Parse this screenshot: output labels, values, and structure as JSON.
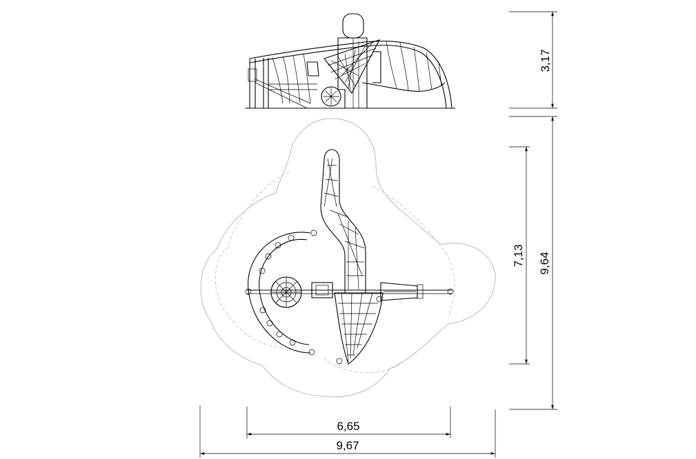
{
  "dimensions": {
    "elevation_height": "3,17",
    "plan_inner_depth": "7,13",
    "plan_total_depth": "9,64",
    "plan_inner_width": "6,65",
    "plan_total_width": "9,67"
  },
  "colors": {
    "line": "#000000",
    "safety_zone": "#b9b9b9",
    "background": "#ffffff"
  }
}
